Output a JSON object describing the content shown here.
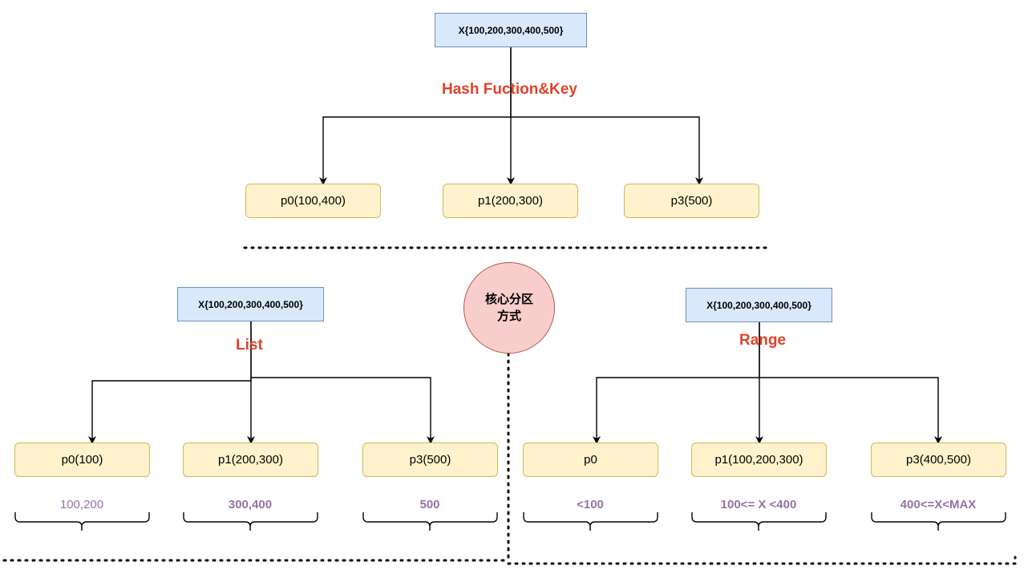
{
  "hash_section": {
    "source": "X{100,200,300,400,500}",
    "method": "Hash Fuction&Key",
    "partitions": [
      "p0(100,400)",
      "p1(200,300)",
      "p3(500)"
    ]
  },
  "core": {
    "line1": "核心分区",
    "line2": "方式"
  },
  "list_section": {
    "source": "X{100,200,300,400,500}",
    "method": "List",
    "partitions": [
      "p0(100)",
      "p1(200,300)",
      "p3(500)"
    ],
    "values": [
      "100,200",
      "300,400",
      "500"
    ]
  },
  "range_section": {
    "source": "X{100,200,300,400,500}",
    "method": "Range",
    "partitions": [
      "p0",
      "p1(100,200,300)",
      "p3(400,500)"
    ],
    "values": [
      "<100",
      "100<= X <400",
      "400<=X<MAX"
    ]
  },
  "colors": {
    "source_fill": "#dae8fc",
    "source_stroke": "#6c8ebf",
    "partition_fill": "#fff2cc",
    "partition_stroke": "#d6b656",
    "method_text": "#e0432a",
    "value_text": "#9673a6",
    "core_fill": "#f8cecc",
    "core_stroke": "#b85450"
  }
}
